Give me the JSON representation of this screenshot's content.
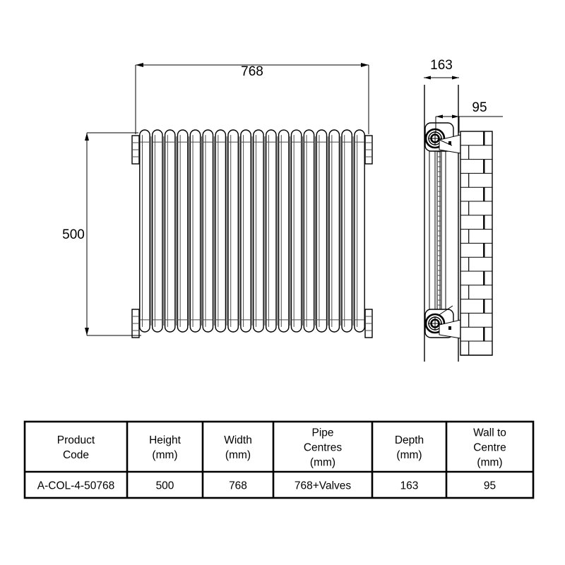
{
  "drawing": {
    "title": "Radiator technical dimension drawing",
    "dimensions": {
      "width_label": "768",
      "height_label": "500",
      "depth_label": "163",
      "wall_to_centre_label": "95"
    },
    "views": {
      "front_view_name": "front-elevation",
      "side_view_name": "side-elevation",
      "wall_name": "brick-wall"
    },
    "column_count": 18,
    "colors": {
      "line": "#000000",
      "hatch": "#4a4a4a",
      "background": "#ffffff"
    }
  },
  "table": {
    "headers": [
      "Product\nCode",
      "Height\n(mm)",
      "Width\n(mm)",
      "Pipe\nCentres\n(mm)",
      "Depth\n(mm)",
      "Wall to\nCentre\n(mm)"
    ],
    "headers_lines": [
      [
        "Product",
        "Code"
      ],
      [
        "Height",
        "(mm)"
      ],
      [
        "Width",
        "(mm)"
      ],
      [
        "Pipe",
        "Centres",
        "(mm)"
      ],
      [
        "Depth",
        "(mm)"
      ],
      [
        "Wall to",
        "Centre",
        "(mm)"
      ]
    ],
    "rows": [
      {
        "product_code": "A-COL-4-50768",
        "height_mm": "500",
        "width_mm": "768",
        "pipe_centres_mm": "768+Valves",
        "depth_mm": "163",
        "wall_to_centre_mm": "95"
      }
    ]
  }
}
